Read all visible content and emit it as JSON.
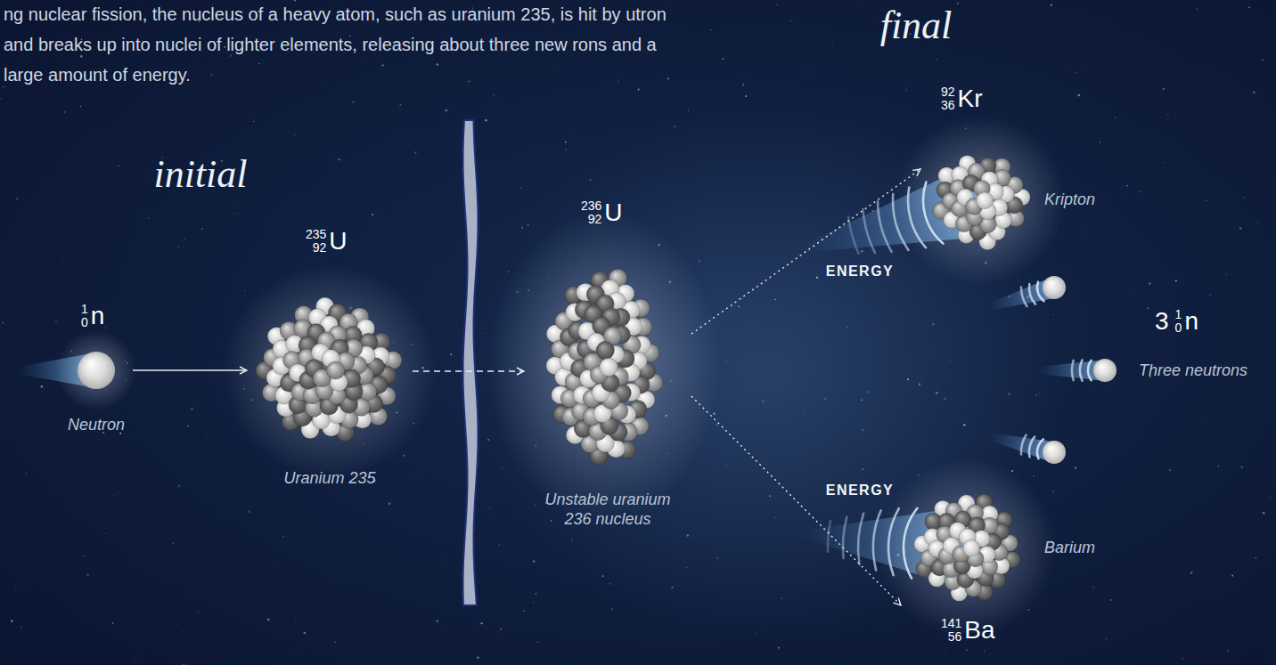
{
  "diagram": {
    "nodes": [
      {
        "text": [
          "1",
          "0",
          "n",
          "Neutron"
        ]
      },
      {
        "text": [
          "235",
          "92",
          "U",
          "Uranium 235"
        ]
      },
      {
        "text": [
          "236",
          "92",
          "U",
          "Unstable uranium 236 nucleus"
        ]
      },
      {
        "text": [
          "92",
          "36",
          "Kr",
          "Kripton"
        ]
      },
      {
        "text": [
          "3",
          "1",
          "0",
          "n",
          "Three neutrons"
        ]
      },
      {
        "text": [
          "141",
          "56",
          "Ba",
          "Barium"
        ]
      }
    ],
    "edges": [
      {
        "from": 0,
        "to": 1,
        "arrow": "to"
      },
      {
        "from": 1,
        "to": 2,
        "arrow": "to"
      },
      {
        "from": 2,
        "to": 3,
        "arrow": "to"
      },
      {
        "from": 2,
        "to": 5,
        "arrow": "to"
      }
    ],
    "labels": [
      "ng nuclear fission, the nucleus of a heavy atom, such as uranium 235, is hit by utron and breaks up into nuclei of lighter elements, releasing about three new rons and a large amount of energy.",
      "initial",
      "final",
      "ENERGY",
      "ENERGY"
    ]
  }
}
